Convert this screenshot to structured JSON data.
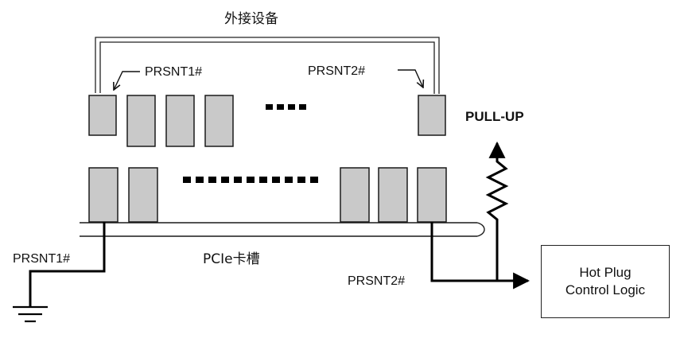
{
  "labels": {
    "external_device": "外接设备",
    "prsnt1_top": "PRSNT1#",
    "prsnt2_top": "PRSNT2#",
    "pull_up": "PULL-UP",
    "prsnt1_bottom": "PRSNT1#",
    "pcie_slot": "PCIe卡槽",
    "prsnt2_bottom": "PRSNT2#"
  },
  "hot_plug": {
    "line1": "Hot Plug",
    "line2": "Control Logic"
  },
  "colors": {
    "contact_fill": "#c9c9c9",
    "stroke": "#1a1a1a",
    "wire": "#000000"
  }
}
